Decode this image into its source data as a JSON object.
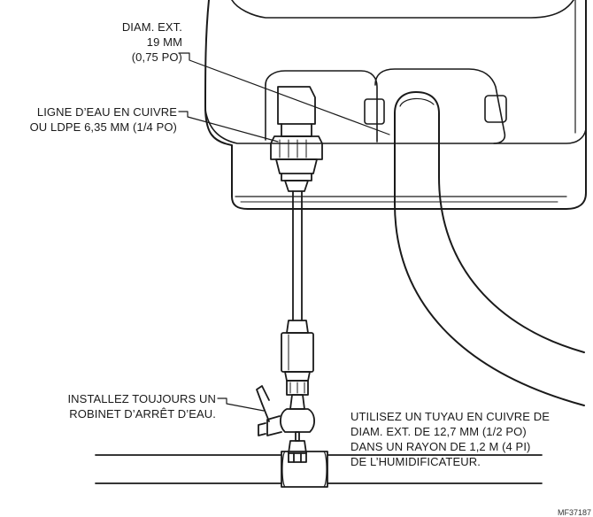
{
  "labels": {
    "diameter": [
      "DIAM. EXT.",
      "19 MM",
      "(0,75 PO)"
    ],
    "water_line": [
      "LIGNE D’EAU EN CUIVRE",
      "OU LDPE 6,35 MM (1/4 PO)"
    ],
    "shutoff": [
      "INSTALLEZ TOUJOURS UN",
      "ROBINET D’ARRÊT D’EAU."
    ],
    "copper_pipe": [
      "UTILISEZ UN TUYAU EN CUIVRE DE",
      "DIAM. EXT. DE 12,7 MM (1/2 PO)",
      "DANS UN RAYON DE 1,2 M (4 PI)",
      "DE L’HUMIDIFICATEUR."
    ]
  },
  "figure_code": "MF37187"
}
